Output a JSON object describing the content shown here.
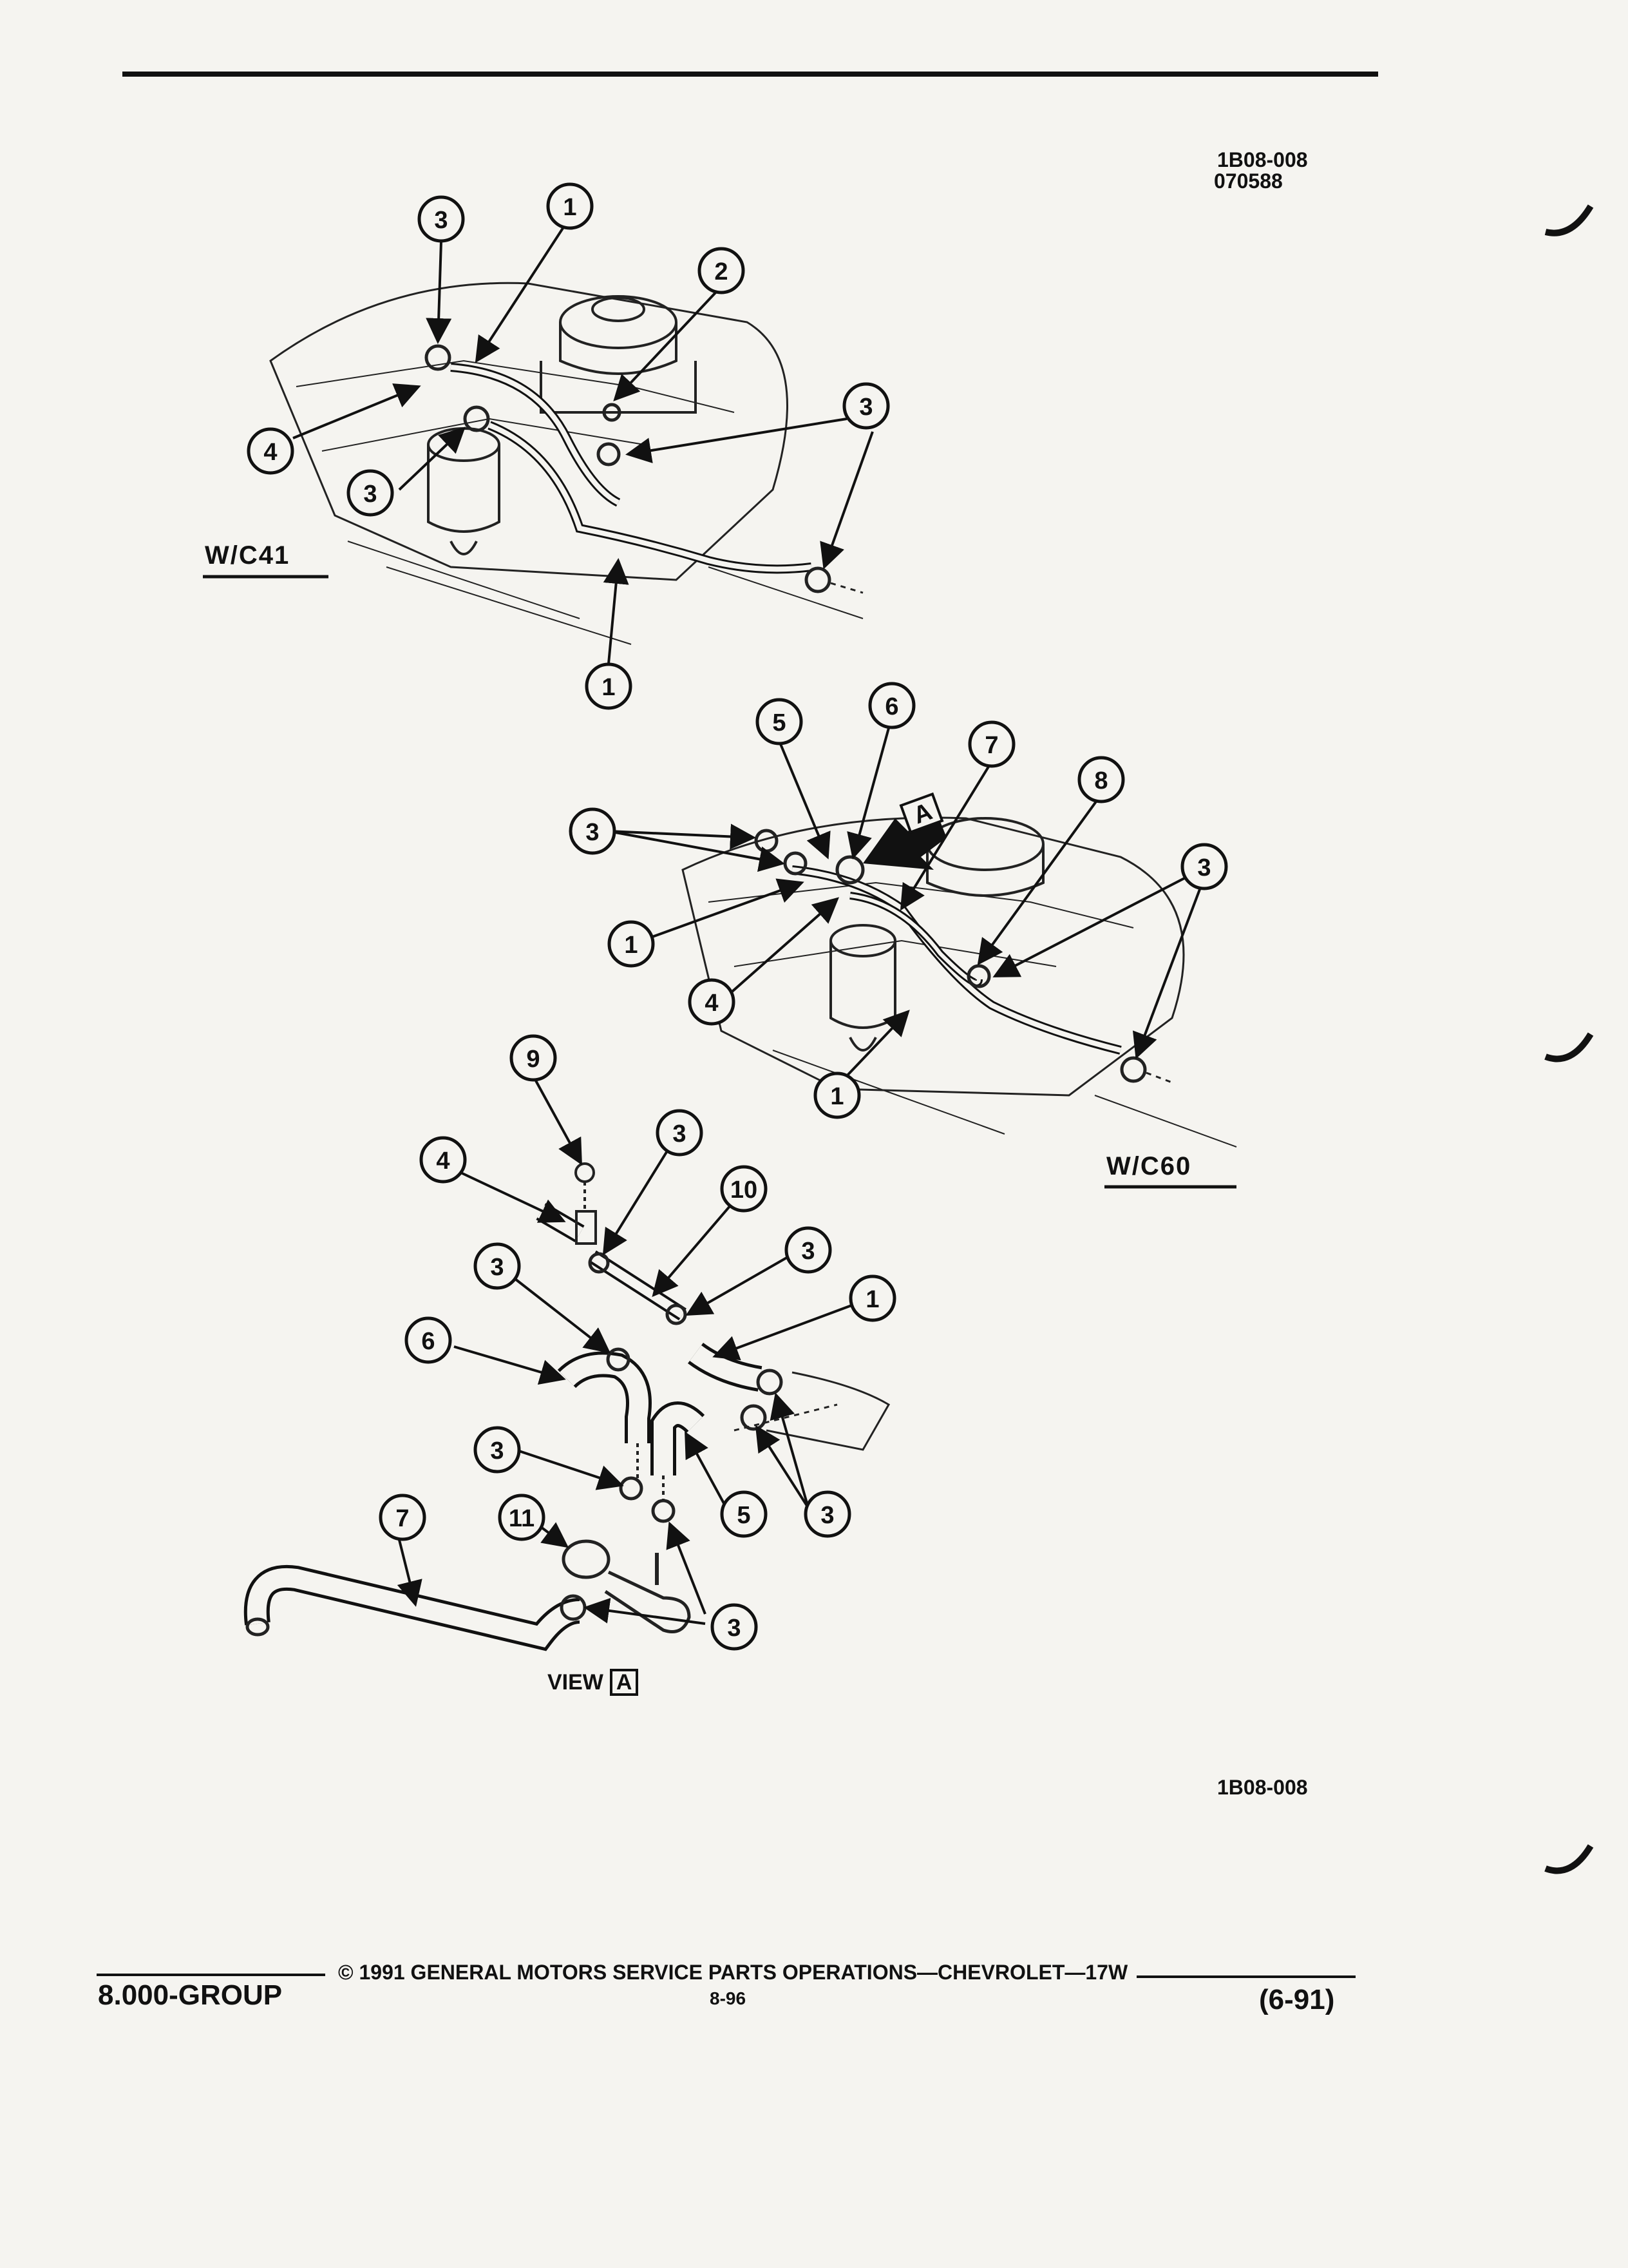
{
  "header": {
    "codes": [
      "1B08-008",
      "070588"
    ]
  },
  "views": [
    {
      "label": "W/C41"
    },
    {
      "label": "W/C60"
    },
    {
      "label_prefix": "VIEW",
      "label_box": "A"
    }
  ],
  "detail_arrow_tag": "A",
  "callouts_top": [
    "3",
    "1",
    "2",
    "4",
    "3",
    "3",
    "1"
  ],
  "callouts_middle": [
    "5",
    "6",
    "7",
    "8",
    "3",
    "3",
    "1",
    "4",
    "1"
  ],
  "callouts_bottom": [
    "9",
    "4",
    "3",
    "10",
    "3",
    "3",
    "1",
    "6",
    "3",
    "5",
    "3",
    "7",
    "11",
    "3"
  ],
  "figure_id": "1B08-008",
  "footer": {
    "group": "8.000-GROUP",
    "copyright": "© 1991 GENERAL MOTORS SERVICE PARTS OPERATIONS—CHEVROLET—17W",
    "page_number": "8-96",
    "revision": "(6-91)"
  }
}
